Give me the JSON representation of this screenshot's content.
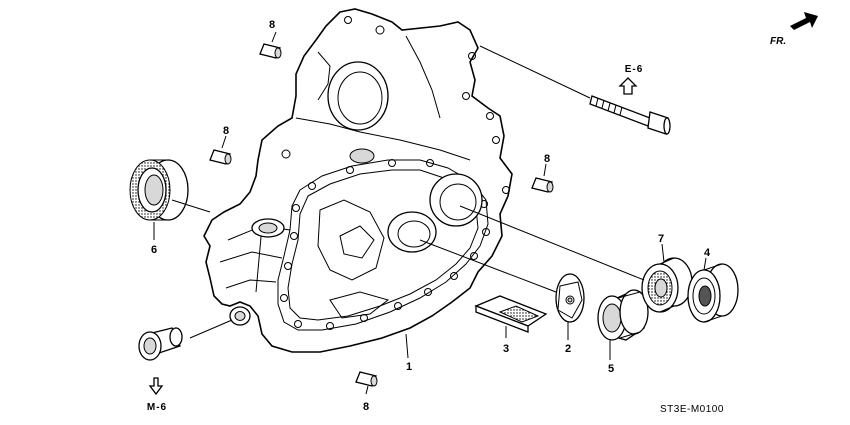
{
  "callouts": {
    "pin_top": "8",
    "pin_left": "8",
    "pin_right": "8",
    "pin_bottom": "8",
    "oil_seal": "6",
    "housing": "1",
    "magnet_plate": "3",
    "oil_guide": "2",
    "bearing_5": "5",
    "bearing_7": "7",
    "bearing_4": "4"
  },
  "references": {
    "bolt_ref": "E-6",
    "seal_ref": "M-6"
  },
  "direction_label": "FR.",
  "drawing_code": "ST3E-M0100",
  "colors": {
    "ink": "#000000",
    "background": "#ffffff",
    "shade": "#d8d8d8"
  }
}
